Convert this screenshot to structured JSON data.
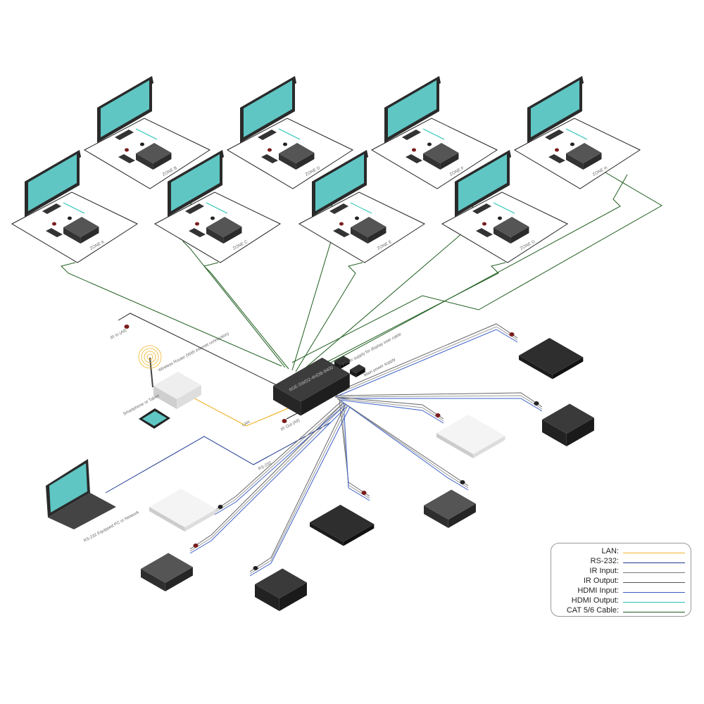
{
  "zones": [
    "ZONE A",
    "ZONE B",
    "ZONE C",
    "ZONE D",
    "ZONE E",
    "ZONE F",
    "ZONE G",
    "ZONE H"
  ],
  "hub": {
    "label": "6GE-SWD2-4HDB-8400"
  },
  "labels": {
    "power_supply_display": "Power supply for display over cable",
    "main_power": "Main power supply",
    "ir_in": "IR In (All)",
    "ir_out": "IR Out (All)",
    "router": "Wireless Router (With internet connection)",
    "phone": "Smartphone or Tablet",
    "lan": "LAN",
    "rs232": "RS-232",
    "pc": "RS-232 Equipped PC or Network"
  },
  "legend": [
    {
      "label": "LAN:",
      "color": "#f0b429"
    },
    {
      "label": "RS-232:",
      "color": "#1f3a93"
    },
    {
      "label": "IR Input:",
      "color": "#777777"
    },
    {
      "label": "IR Output:",
      "color": "#555555"
    },
    {
      "label": "HDMI Input:",
      "color": "#3a5fc8"
    },
    {
      "label": "HDMI Output:",
      "color": "#22c3b5"
    },
    {
      "label": "CAT 5/6 Cable:",
      "color": "#1e5e1e"
    }
  ],
  "colors": {
    "screen": "#5fc6c4",
    "device_dark": "#3a3a3a",
    "cat": "#1e5e1e",
    "hdmi_in": "#3a5fc8",
    "ir": "#666666",
    "lan": "#f0b429",
    "rs232": "#1f3a93"
  }
}
